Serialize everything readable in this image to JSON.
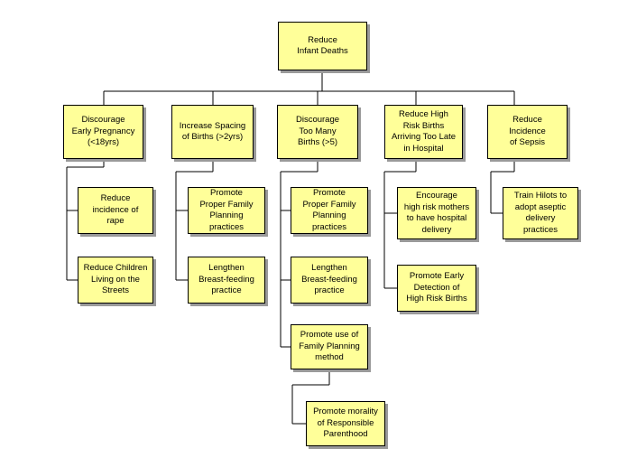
{
  "nodes": {
    "root": "Reduce\nInfant Deaths",
    "b1": "Discourage\nEarly Pregnancy\n(<18yrs)",
    "b2": "Increase Spacing\nof Births  (>2yrs)",
    "b3": "Discourage\nToo Many\nBirths (>5)",
    "b4": "Reduce High\nRisk Births\nArriving Too Late\nin Hospital",
    "b5": "Reduce\nIncidence\nof Sepsis",
    "b1c1": "Reduce\nincidence of\nrape",
    "b1c2": "Reduce Children\nLiving on the\nStreets",
    "b2c1": "Promote\nProper Family\nPlanning\npractices",
    "b2c2": "Lengthen\nBreast-feeding\npractice",
    "b3c1": "Promote\nProper Family\nPlanning\npractices",
    "b3c2": "Lengthen\nBreast-feeding\npractice",
    "b3c3": "Promote use of\nFamily Planning\nmethod",
    "b3c3c1": "Promote morality\nof Responsible\nParenthood",
    "b4c1": "Encourage\nhigh risk mothers\nto have hospital\ndelivery",
    "b4c2": "Promote Early\nDetection of\nHigh Risk Births",
    "b5c1": "Train Hilots to\nadopt aseptic\ndelivery\npractices"
  },
  "colors": {
    "box_fill": "#ffff99",
    "box_border": "#000000",
    "shadow": "#9a9a9a",
    "connector": "#000000"
  }
}
